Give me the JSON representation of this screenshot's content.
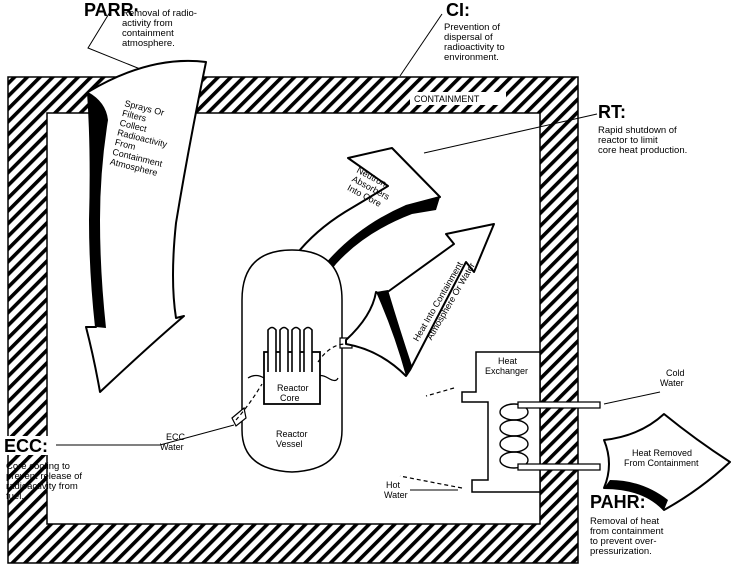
{
  "containment_label": "CONTAINMENT",
  "callouts": {
    "parr": {
      "heading": "PARR·",
      "lines": [
        "Removal of radio-",
        "activity from",
        "containment",
        "atmosphere."
      ]
    },
    "ci": {
      "heading": "CI:",
      "lines": [
        "Prevention of",
        "dispersal of",
        "radioactivity to",
        "environment."
      ]
    },
    "rt": {
      "heading": "RT:",
      "lines": [
        "Rapid shutdown of",
        "reactor to limit",
        "core heat production."
      ]
    },
    "ecc": {
      "heading": "ECC:",
      "lines": [
        "Core cooling to",
        "prevent release of",
        "radioactivity from",
        "fuel."
      ]
    },
    "pahr": {
      "heading": "PAHR:",
      "lines": [
        "Removal of heat",
        "from containment",
        "to prevent over-",
        "pressurization."
      ]
    }
  },
  "arrows": {
    "sprays": [
      "Sprays Or",
      "Filters",
      "Collect",
      "Radioactivity",
      "From",
      "Containment",
      "Atmosphere"
    ],
    "neutron": [
      "Neutron",
      "Absorbers",
      "Into Core"
    ],
    "heat_into": [
      "Heat Into Containment",
      "Atmosphere Or Water"
    ],
    "heat_removed": [
      "Heat Removed",
      "From Containment"
    ]
  },
  "labels": {
    "reactor_core": [
      "Reactor",
      "Core"
    ],
    "reactor_vessel": [
      "Reactor",
      "Vessel"
    ],
    "heat_exchanger": [
      "Heat",
      "Exchanger"
    ],
    "ecc_water": [
      "ECC",
      "Water"
    ],
    "cold_water": [
      "Cold",
      "Water"
    ],
    "hot_water": [
      "Hot",
      "Water"
    ]
  }
}
